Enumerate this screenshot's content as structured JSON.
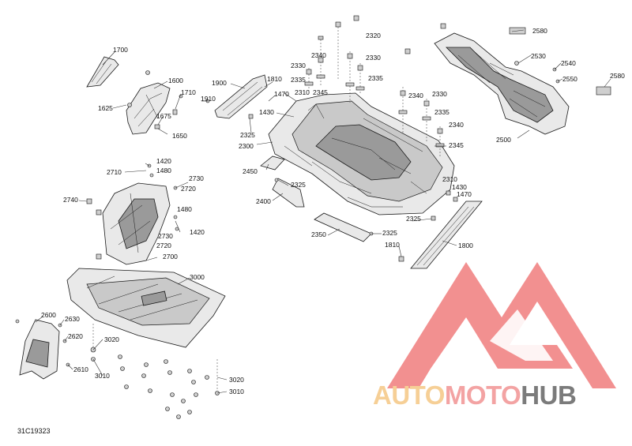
{
  "diagram": {
    "reference_code": "31C19323",
    "callouts": [
      "1700",
      "1600",
      "1625",
      "1710",
      "1675",
      "1650",
      "1900",
      "1910",
      "1810",
      "1470",
      "2325",
      "2300",
      "1430",
      "2310",
      "2330",
      "2340",
      "2335",
      "2345",
      "2320",
      "2330",
      "2335",
      "2340",
      "2330",
      "2335",
      "2340",
      "2345",
      "2580",
      "2530",
      "2540",
      "2550",
      "2580",
      "2500",
      "2450",
      "2325",
      "2400",
      "2350",
      "2325",
      "2325",
      "1810",
      "2310",
      "1430",
      "1470",
      "1800",
      "1420",
      "2710",
      "1480",
      "2730",
      "2720",
      "2740",
      "1480",
      "2730",
      "1420",
      "2720",
      "2700",
      "3000",
      "2600",
      "2630",
      "2620",
      "2610",
      "3020",
      "3010",
      "3020",
      "3010"
    ]
  },
  "watermark": {
    "parts": [
      "AUTO",
      "MOTO",
      "HUB"
    ],
    "colors": [
      "#f6cf96",
      "#f3a3a3",
      "#7b7b7b"
    ]
  }
}
